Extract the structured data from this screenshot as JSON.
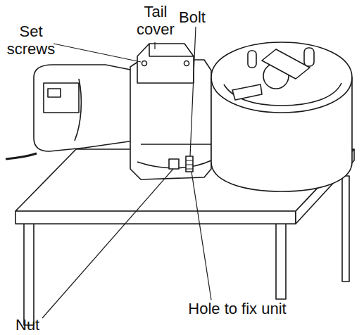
{
  "diagram": {
    "labels": [
      "Tail cover",
      "Bolt",
      "Set screws",
      "Hole to fix unit",
      "Nut"
    ]
  }
}
